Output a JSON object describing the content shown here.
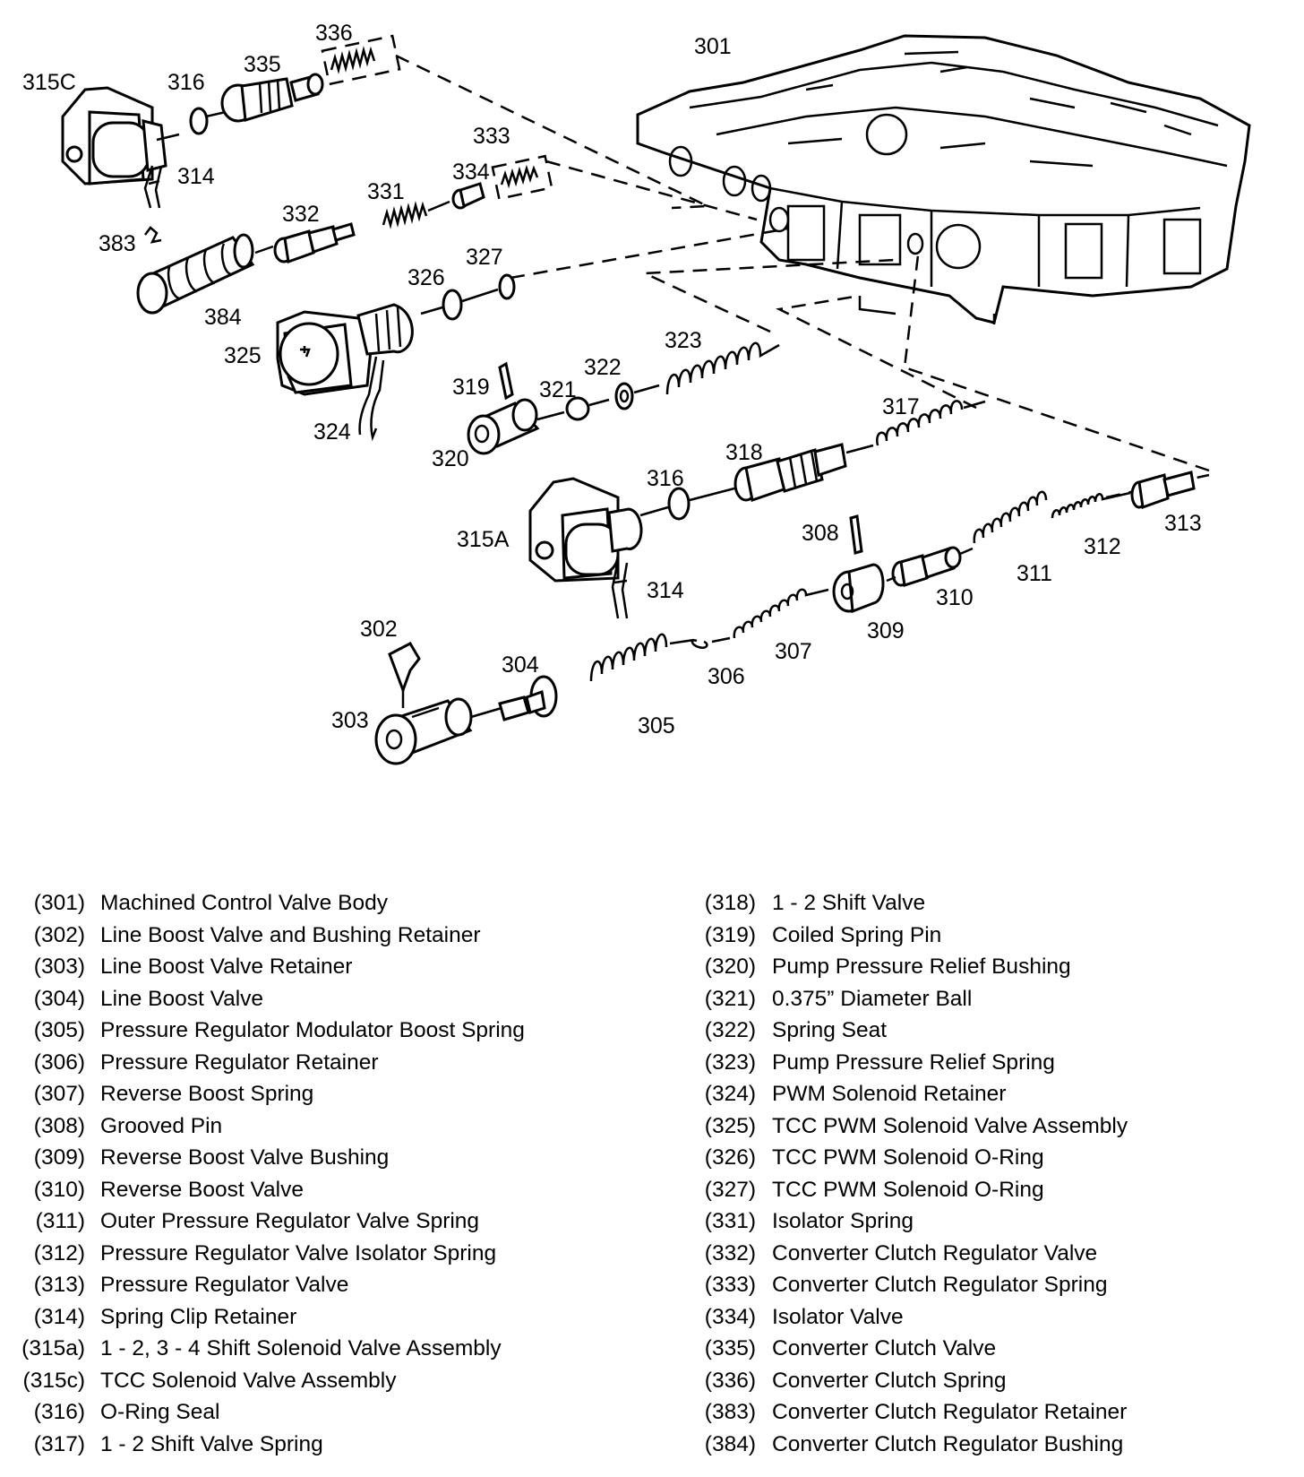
{
  "callouts": {
    "c301": "301",
    "c302": "302",
    "c303": "303",
    "c304": "304",
    "c305": "305",
    "c306": "306",
    "c307": "307",
    "c308": "308",
    "c309": "309",
    "c310": "310",
    "c311": "311",
    "c312": "312",
    "c313": "313",
    "c314a": "314",
    "c314b": "314",
    "c315A": "315A",
    "c315C": "315C",
    "c316a": "316",
    "c316b": "316",
    "c317": "317",
    "c318": "318",
    "c319": "319",
    "c320": "320",
    "c321": "321",
    "c322": "322",
    "c323": "323",
    "c324": "324",
    "c325": "325",
    "c326": "326",
    "c327": "327",
    "c331": "331",
    "c332": "332",
    "c333": "333",
    "c334": "334",
    "c335": "335",
    "c336": "336",
    "c383": "383",
    "c384": "384"
  },
  "legend": {
    "left": [
      {
        "num": "(301)",
        "desc": "Machined Control Valve Body"
      },
      {
        "num": "(302)",
        "desc": "Line Boost Valve and Bushing Retainer"
      },
      {
        "num": "(303)",
        "desc": "Line Boost Valve Retainer"
      },
      {
        "num": "(304)",
        "desc": "Line Boost Valve"
      },
      {
        "num": "(305)",
        "desc": "Pressure Regulator Modulator Boost Spring"
      },
      {
        "num": "(306)",
        "desc": "Pressure Regulator Retainer"
      },
      {
        "num": "(307)",
        "desc": "Reverse Boost Spring"
      },
      {
        "num": "(308)",
        "desc": "Grooved Pin"
      },
      {
        "num": "(309)",
        "desc": "Reverse Boost Valve Bushing"
      },
      {
        "num": "(310)",
        "desc": "Reverse Boost Valve"
      },
      {
        "num": "(311)",
        "desc": "Outer Pressure Regulator Valve Spring"
      },
      {
        "num": "(312)",
        "desc": "Pressure Regulator Valve Isolator Spring"
      },
      {
        "num": "(313)",
        "desc": "Pressure Regulator Valve"
      },
      {
        "num": "(314)",
        "desc": "Spring Clip Retainer"
      },
      {
        "num": "(315a)",
        "desc": "1 - 2, 3 - 4 Shift Solenoid Valve Assembly"
      },
      {
        "num": "(315c)",
        "desc": "TCC Solenoid Valve Assembly"
      },
      {
        "num": "(316)",
        "desc": "O-Ring Seal"
      },
      {
        "num": "(317)",
        "desc": "1 - 2 Shift Valve Spring"
      }
    ],
    "right": [
      {
        "num": "(318)",
        "desc": "1 - 2 Shift Valve"
      },
      {
        "num": "(319)",
        "desc": "Coiled Spring Pin"
      },
      {
        "num": "(320)",
        "desc": "Pump Pressure Relief Bushing"
      },
      {
        "num": "(321)",
        "desc": "0.375” Diameter Ball"
      },
      {
        "num": "(322)",
        "desc": "Spring Seat"
      },
      {
        "num": "(323)",
        "desc": "Pump Pressure Relief Spring"
      },
      {
        "num": "(324)",
        "desc": "PWM Solenoid Retainer"
      },
      {
        "num": "(325)",
        "desc": "TCC PWM Solenoid Valve Assembly"
      },
      {
        "num": "(326)",
        "desc": "TCC PWM Solenoid O-Ring"
      },
      {
        "num": "(327)",
        "desc": "TCC PWM Solenoid O-Ring"
      },
      {
        "num": "(331)",
        "desc": "Isolator Spring"
      },
      {
        "num": "(332)",
        "desc": "Converter Clutch Regulator Valve"
      },
      {
        "num": "(333)",
        "desc": "Converter Clutch Regulator Spring"
      },
      {
        "num": "(334)",
        "desc": "Isolator Valve"
      },
      {
        "num": "(335)",
        "desc": "Converter Clutch Valve"
      },
      {
        "num": "(336)",
        "desc": "Converter Clutch Spring"
      },
      {
        "num": "(383)",
        "desc": "Converter Clutch Regulator Retainer"
      },
      {
        "num": "(384)",
        "desc": "Converter Clutch Regulator Bushing"
      }
    ]
  }
}
